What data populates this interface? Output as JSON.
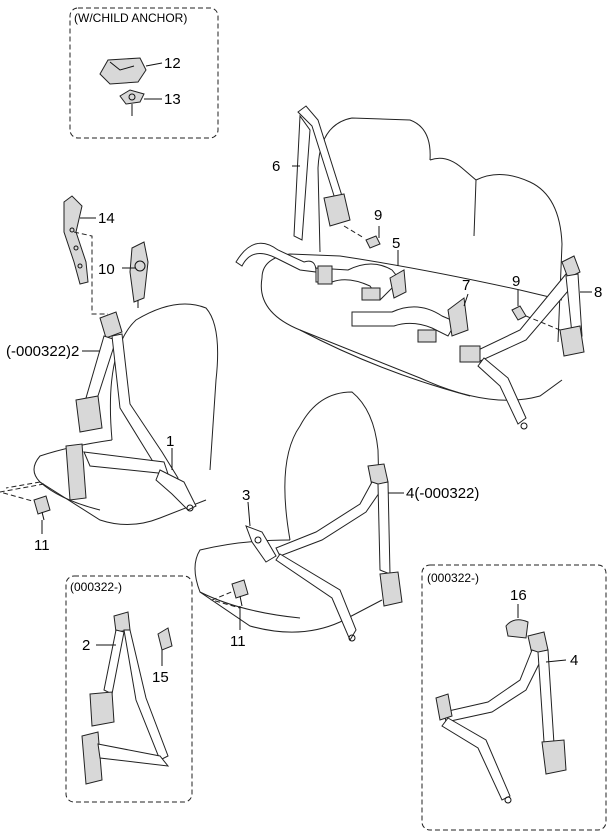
{
  "boxes": {
    "child_anchor": "(W/CHILD ANCHOR)",
    "lower_left": "(000322-)",
    "lower_right": "(000322-)"
  },
  "callouts": {
    "c12": "12",
    "c13": "13",
    "c14": "14",
    "c10": "10",
    "c6": "6",
    "c9a": "9",
    "c5": "5",
    "c9b": "9",
    "c7": "7",
    "c8": "8",
    "c2": "(-000322)2",
    "c1": "1",
    "c3": "3",
    "c4": "4(-000322)",
    "c11a": "11",
    "c11b": "11",
    "c2b": "2",
    "c15": "15",
    "c16": "16",
    "c4b": "4"
  }
}
